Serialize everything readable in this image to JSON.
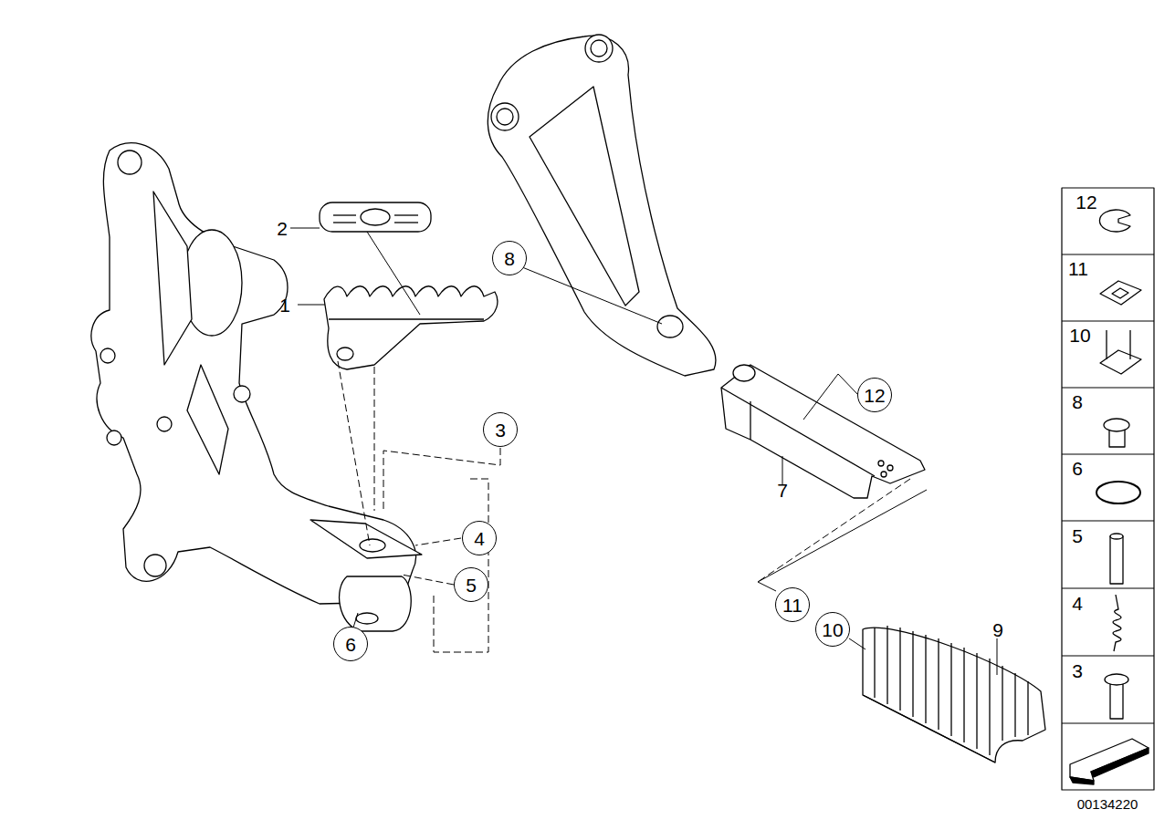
{
  "diagram": {
    "nodes": [
      {
        "text": [
          "8"
        ]
      },
      {
        "text": [
          "12"
        ]
      },
      {
        "text": [
          "3"
        ]
      },
      {
        "text": [
          "4"
        ]
      },
      {
        "text": [
          "5"
        ]
      },
      {
        "text": [
          "11"
        ]
      },
      {
        "text": [
          "10"
        ]
      },
      {
        "text": [
          "6"
        ]
      }
    ],
    "labels": [
      "2",
      "1",
      "7",
      "9",
      "12",
      "11",
      "10",
      "8",
      "6",
      "5",
      "4",
      "3",
      "00134220"
    ]
  }
}
